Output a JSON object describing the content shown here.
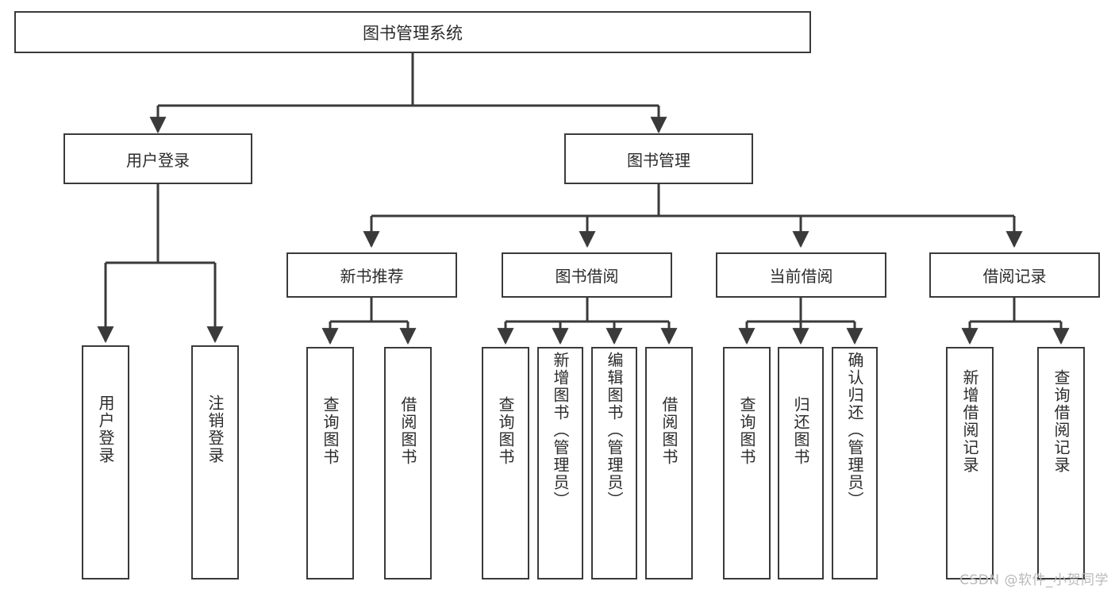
{
  "diagram": {
    "type": "tree",
    "title": "图书管理系统",
    "watermark": "CSDN @软件_小贺同学",
    "colors": {
      "node_border": "#3a3a3a",
      "node_fill": "#ffffff",
      "edge": "#3a3a3a",
      "text": "#2b2b2b",
      "watermark": "#b9b9b9"
    },
    "root": {
      "label": "图书管理系统"
    },
    "level2": [
      {
        "id": "user-login",
        "label": "用户登录"
      },
      {
        "id": "book-manage",
        "label": "图书管理"
      }
    ],
    "level3": [
      {
        "id": "new-book-rec",
        "label": "新书推荐"
      },
      {
        "id": "book-borrow",
        "label": "图书借阅"
      },
      {
        "id": "current-borrow",
        "label": "当前借阅"
      },
      {
        "id": "borrow-record",
        "label": "借阅记录"
      }
    ],
    "leaves": {
      "user_login": [
        {
          "id": "leaf-user-login",
          "label": "用户登录"
        },
        {
          "id": "leaf-logout",
          "label": "注销登录"
        }
      ],
      "new_book_rec": [
        {
          "id": "leaf-query-book-1",
          "label": "查询图书"
        },
        {
          "id": "leaf-borrow-book-1",
          "label": "借阅图书"
        }
      ],
      "book_borrow": [
        {
          "id": "leaf-query-book-2",
          "label": "查询图书"
        },
        {
          "id": "leaf-add-book",
          "label": "新增图书（管理员）"
        },
        {
          "id": "leaf-edit-book",
          "label": "编辑图书（管理员）"
        },
        {
          "id": "leaf-borrow-book-2",
          "label": "借阅图书"
        }
      ],
      "current_borrow": [
        {
          "id": "leaf-query-book-3",
          "label": "查询图书"
        },
        {
          "id": "leaf-return-book",
          "label": "归还图书"
        },
        {
          "id": "leaf-confirm-return",
          "label": "确认归还（管理员）"
        }
      ],
      "borrow_record": [
        {
          "id": "leaf-add-record",
          "label": "新增借阅记录"
        },
        {
          "id": "leaf-query-record",
          "label": "查询借阅记录"
        }
      ]
    }
  }
}
